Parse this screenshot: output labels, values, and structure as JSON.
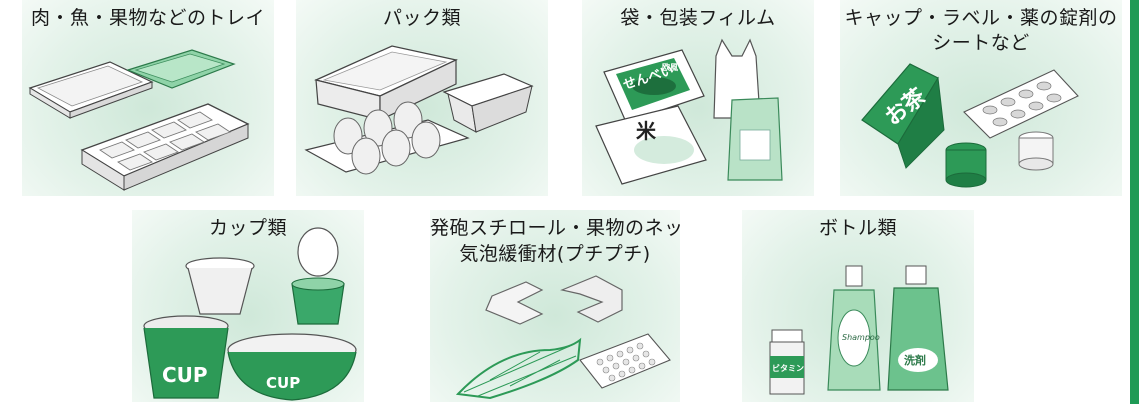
{
  "categories": [
    {
      "id": "trays",
      "label": "肉・魚・果物などのトレイ"
    },
    {
      "id": "packs",
      "label": "パック類"
    },
    {
      "id": "bags",
      "label": "袋・包装フィルム"
    },
    {
      "id": "caps",
      "label_line1": "キャップ・ラベル・薬の錠剤の",
      "label_line2": "シートなど"
    },
    {
      "id": "cups",
      "label": "カップ類"
    },
    {
      "id": "foam",
      "label_line1": "発砲スチロール・果物のネット・",
      "label_line2": "気泡緩衝材(プチプチ)"
    },
    {
      "id": "bottles",
      "label": "ボトル類"
    }
  ],
  "art_text": {
    "senbei_small": "欧風",
    "senbei": "せんべい",
    "rice": "米",
    "tea": "お茶",
    "cup1": "CUP",
    "cup2": "CUP",
    "vitamin": "ビタミン",
    "shampoo": "Shampoo",
    "detergent": "洗剤"
  },
  "colors": {
    "accent_green": "#1f9a55",
    "card_bg": "#d8eee0",
    "item_green": "#5fbf86",
    "dark_green": "#1e8a4c"
  }
}
